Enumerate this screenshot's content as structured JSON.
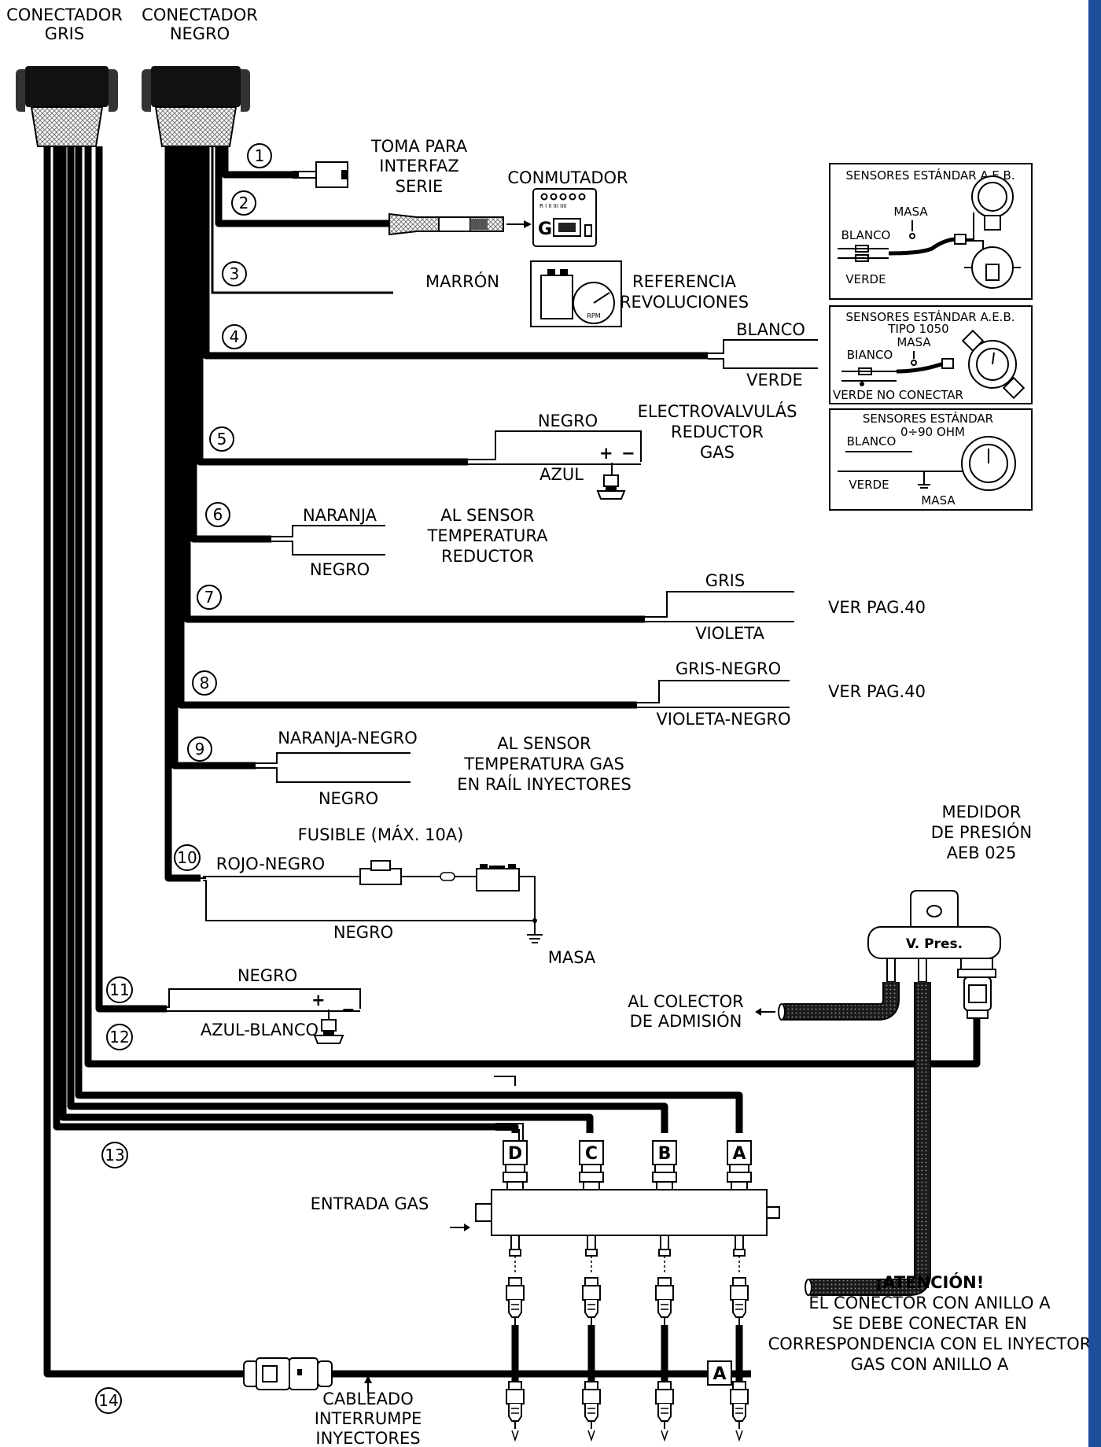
{
  "connectors": {
    "gris": [
      "CONECTADOR",
      "GRIS"
    ],
    "negro": [
      "CONECTADOR",
      "NEGRO"
    ]
  },
  "numbers": [
    "1",
    "2",
    "3",
    "4",
    "5",
    "6",
    "7",
    "8",
    "9",
    "10",
    "11",
    "12",
    "13",
    "14"
  ],
  "labels": {
    "toma": [
      "TOMA PARA",
      "INTERFAZ",
      "SERIE"
    ],
    "conmutador": "CONMUTADOR",
    "marron": "MARRÓN",
    "referencia": [
      "REFERENCIA",
      "REVOLUCIONES"
    ],
    "blanco": "BLANCO",
    "verde": "VERDE",
    "negro5": "NEGRO",
    "azul": "AZUL",
    "electro": [
      "ELECTROVALVULÁS",
      "REDUCTOR",
      "GAS"
    ],
    "naranja": "NARANJA",
    "negro6": "NEGRO",
    "al_sensor_temp": [
      "AL SENSOR",
      "TEMPERATURA",
      "REDUCTOR"
    ],
    "gris": "GRIS",
    "violeta": "VIOLETA",
    "ver_pag_1": "VER PAG.40",
    "gris_negro": "GRIS-NEGRO",
    "violeta_negro": "VIOLETA-NEGRO",
    "ver_pag_2": "VER PAG.40",
    "naranja_negro": "NARANJA-NEGRO",
    "negro9": "NEGRO",
    "al_sensor_gas": [
      "AL SENSOR",
      "TEMPERATURA GAS",
      "EN RAÍL INYECTORES"
    ],
    "fusible": "FUSIBLE (MÁX. 10A)",
    "rojo_negro": "ROJO-NEGRO",
    "negro10": "NEGRO",
    "masa": "MASA",
    "medidor": [
      "MEDIDOR",
      "DE PRESIÓN",
      "AEB 025"
    ],
    "v_pres": "V.  Pres.",
    "negro11": "NEGRO",
    "azul_blanco": "AZUL-BLANCO",
    "al_colector": [
      "AL COLECTOR",
      "DE ADMISIÓN"
    ],
    "entrada_gas": "ENTRADA GAS",
    "injectors": [
      "D",
      "C",
      "B",
      "A"
    ],
    "ring_a": "A",
    "cableado": [
      "CABLEADO",
      "INTERRUMPE",
      "INYECTORES"
    ],
    "atencion_title": "¡ATENCIÓN!",
    "atencion_lines": [
      "EL CONECTOR CON ANILLO A",
      "SE DEBE CONECTAR EN",
      "CORRESPONDENCIA CON EL INYECTOR",
      "GAS CON ANILLO A"
    ],
    "switch_letter": "G",
    "switch_keys": "R   I   II  III  IIII",
    "rpm": "RPM"
  },
  "boxes": {
    "box1": {
      "title": "SENSORES ESTÁNDAR A.E.B.",
      "masa": "MASA",
      "blanco": "BLANCO",
      "verde": "VERDE"
    },
    "box2": {
      "title": "SENSORES ESTÁNDAR A.E.B.",
      "tipo": "TIPO 1050",
      "masa": "MASA",
      "blanco": "BIANCO",
      "verde": "VERDE NO CONECTAR"
    },
    "box3": {
      "title": "SENSORES ESTÁNDAR",
      "range": "0÷90 OHM",
      "blanco": "BLANCO",
      "verde": "VERDE",
      "masa": "MASA"
    }
  },
  "colors": {
    "line": "#000000",
    "sidebar": "#1d4e9a",
    "connector_body": "#b4b4b4"
  }
}
